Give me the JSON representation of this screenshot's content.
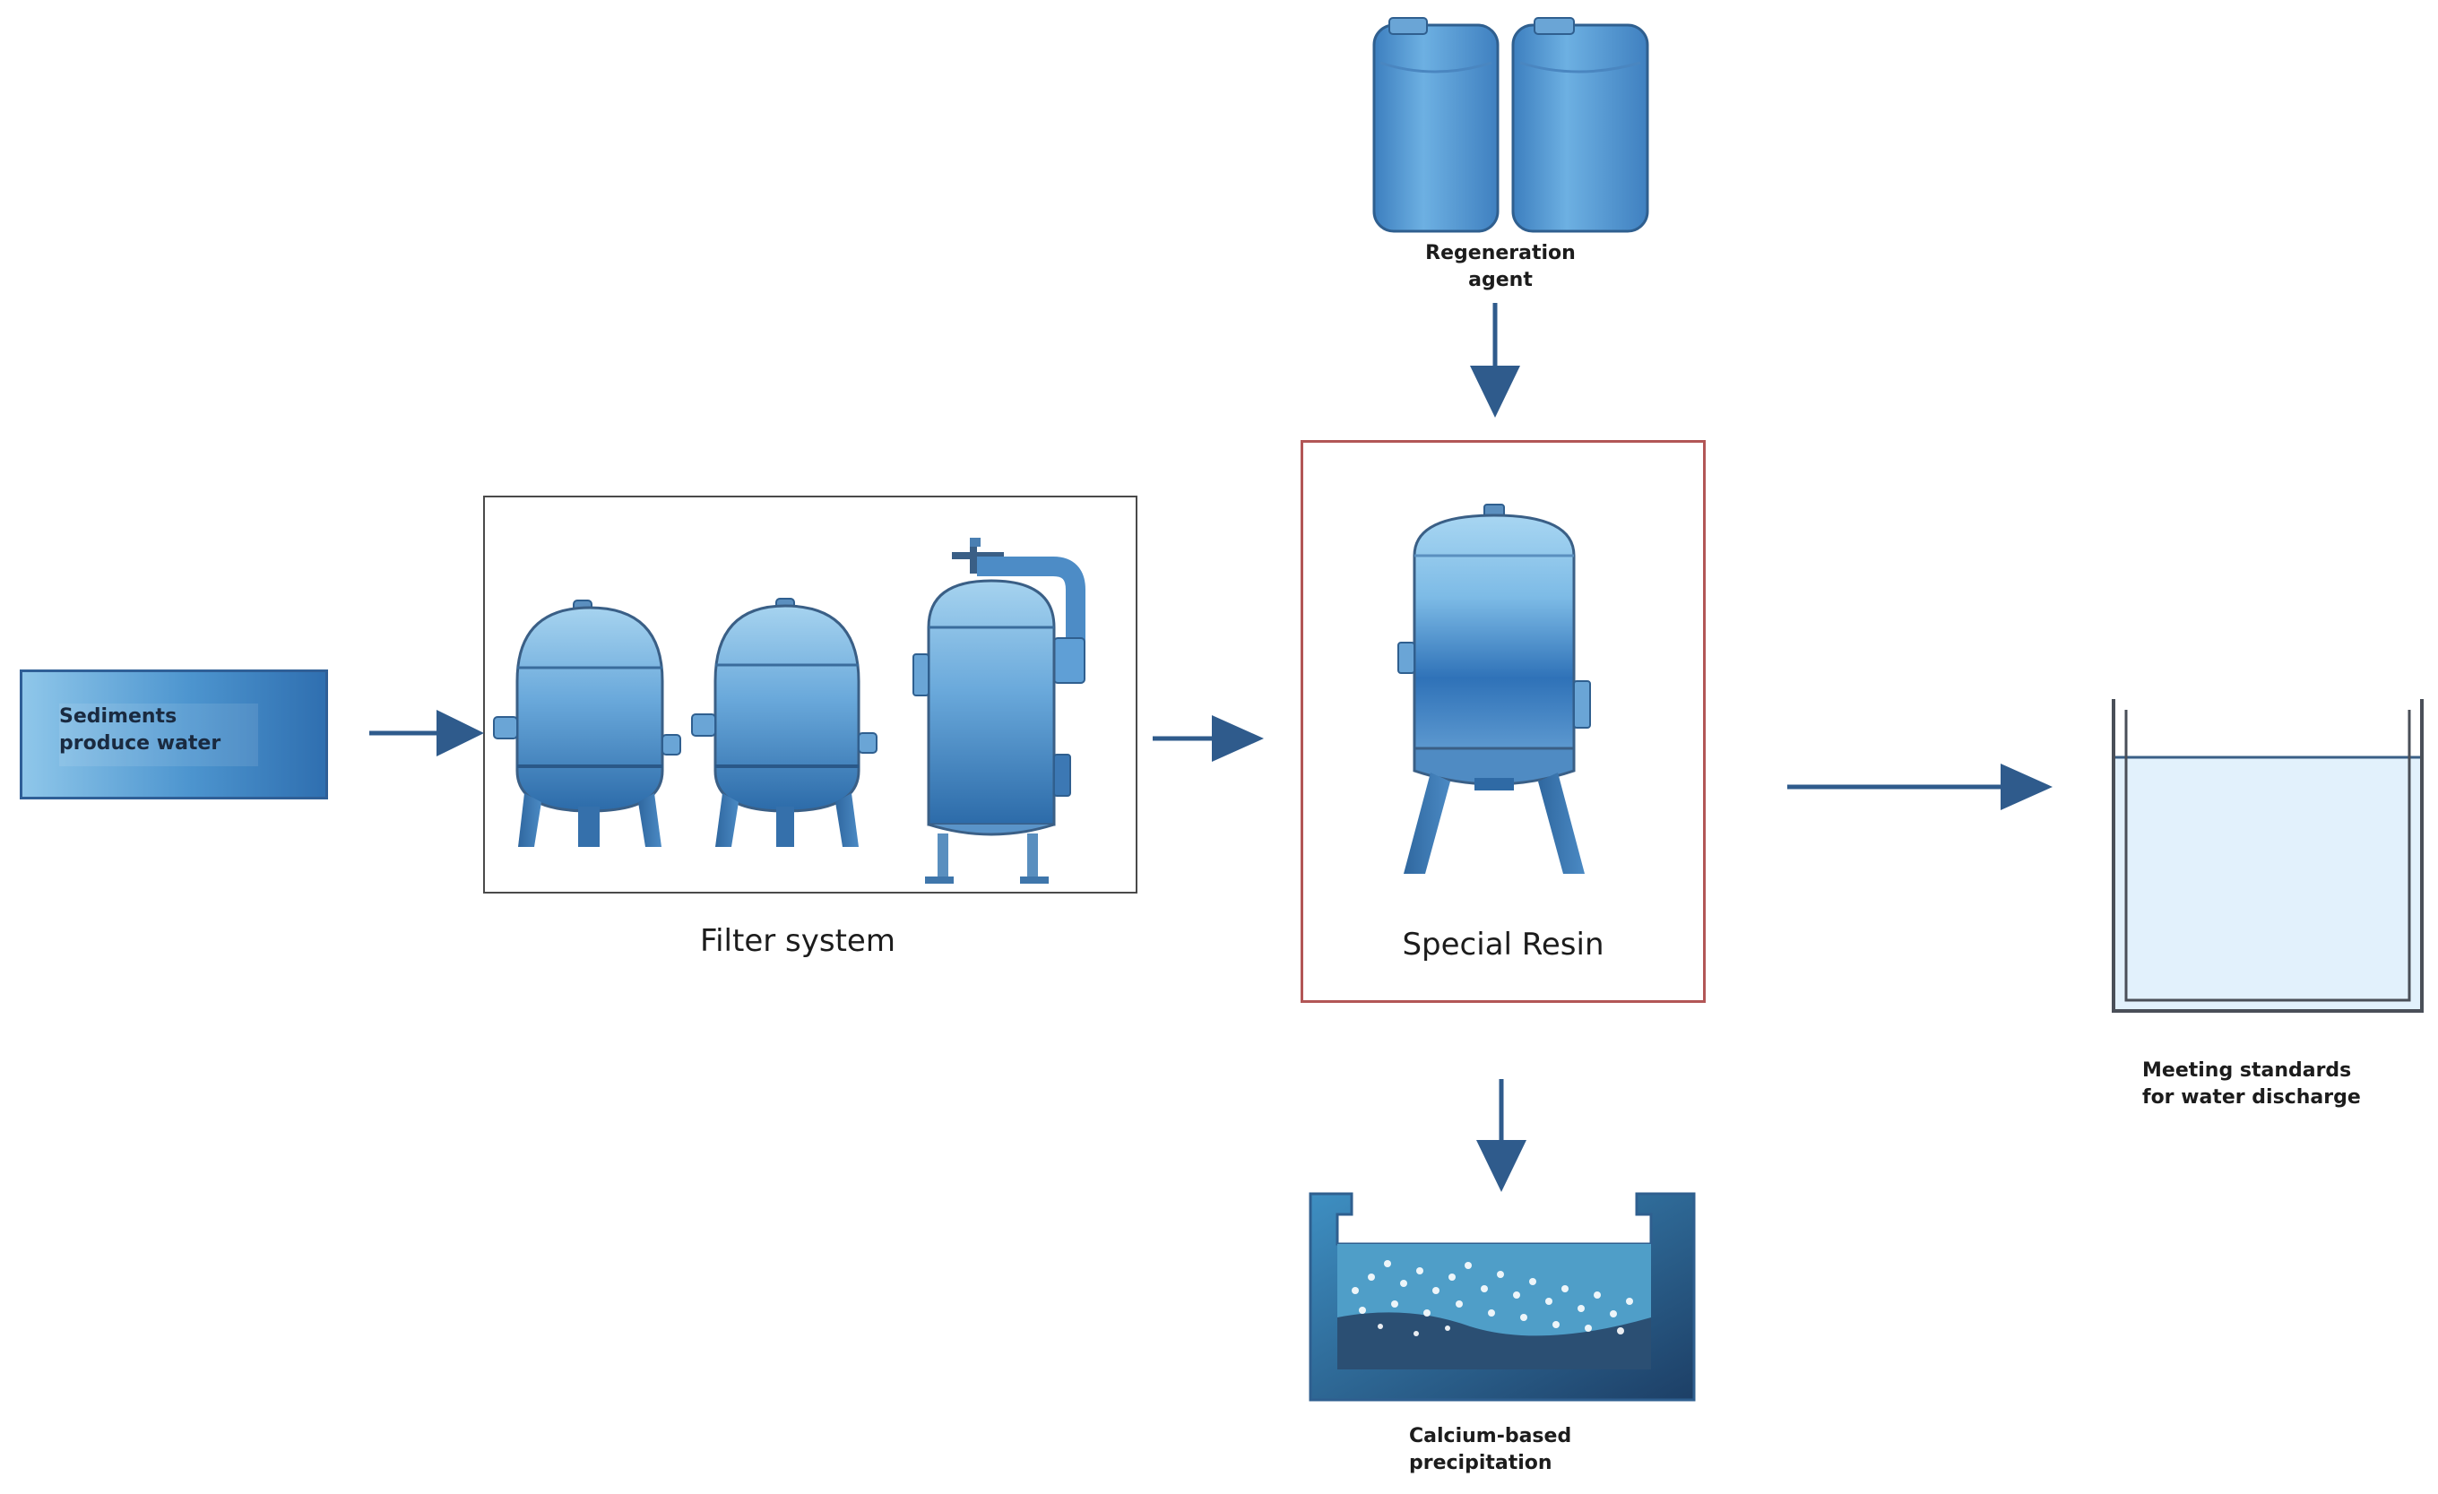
{
  "nodes": {
    "source": "Sediments produce water",
    "filter": "Filter system",
    "resin": "Special Resin",
    "regen": "Regeneration agent",
    "discharge": "Meeting standards for water discharge",
    "precip": "Calcium-based precipitation"
  },
  "colors": {
    "arrow": "#2f5b8c",
    "tank_light": "#9fd0ef",
    "tank_dark": "#2f6fae",
    "resin_frame": "#b25656",
    "tank_outline": "#3a5f86"
  },
  "icons": [
    "canister-icon",
    "pressure-vessel-icon",
    "bag-filter-icon",
    "resin-vessel-icon",
    "clear-water-tank-icon",
    "sediment-basin-icon",
    "flow-arrow-icon"
  ]
}
